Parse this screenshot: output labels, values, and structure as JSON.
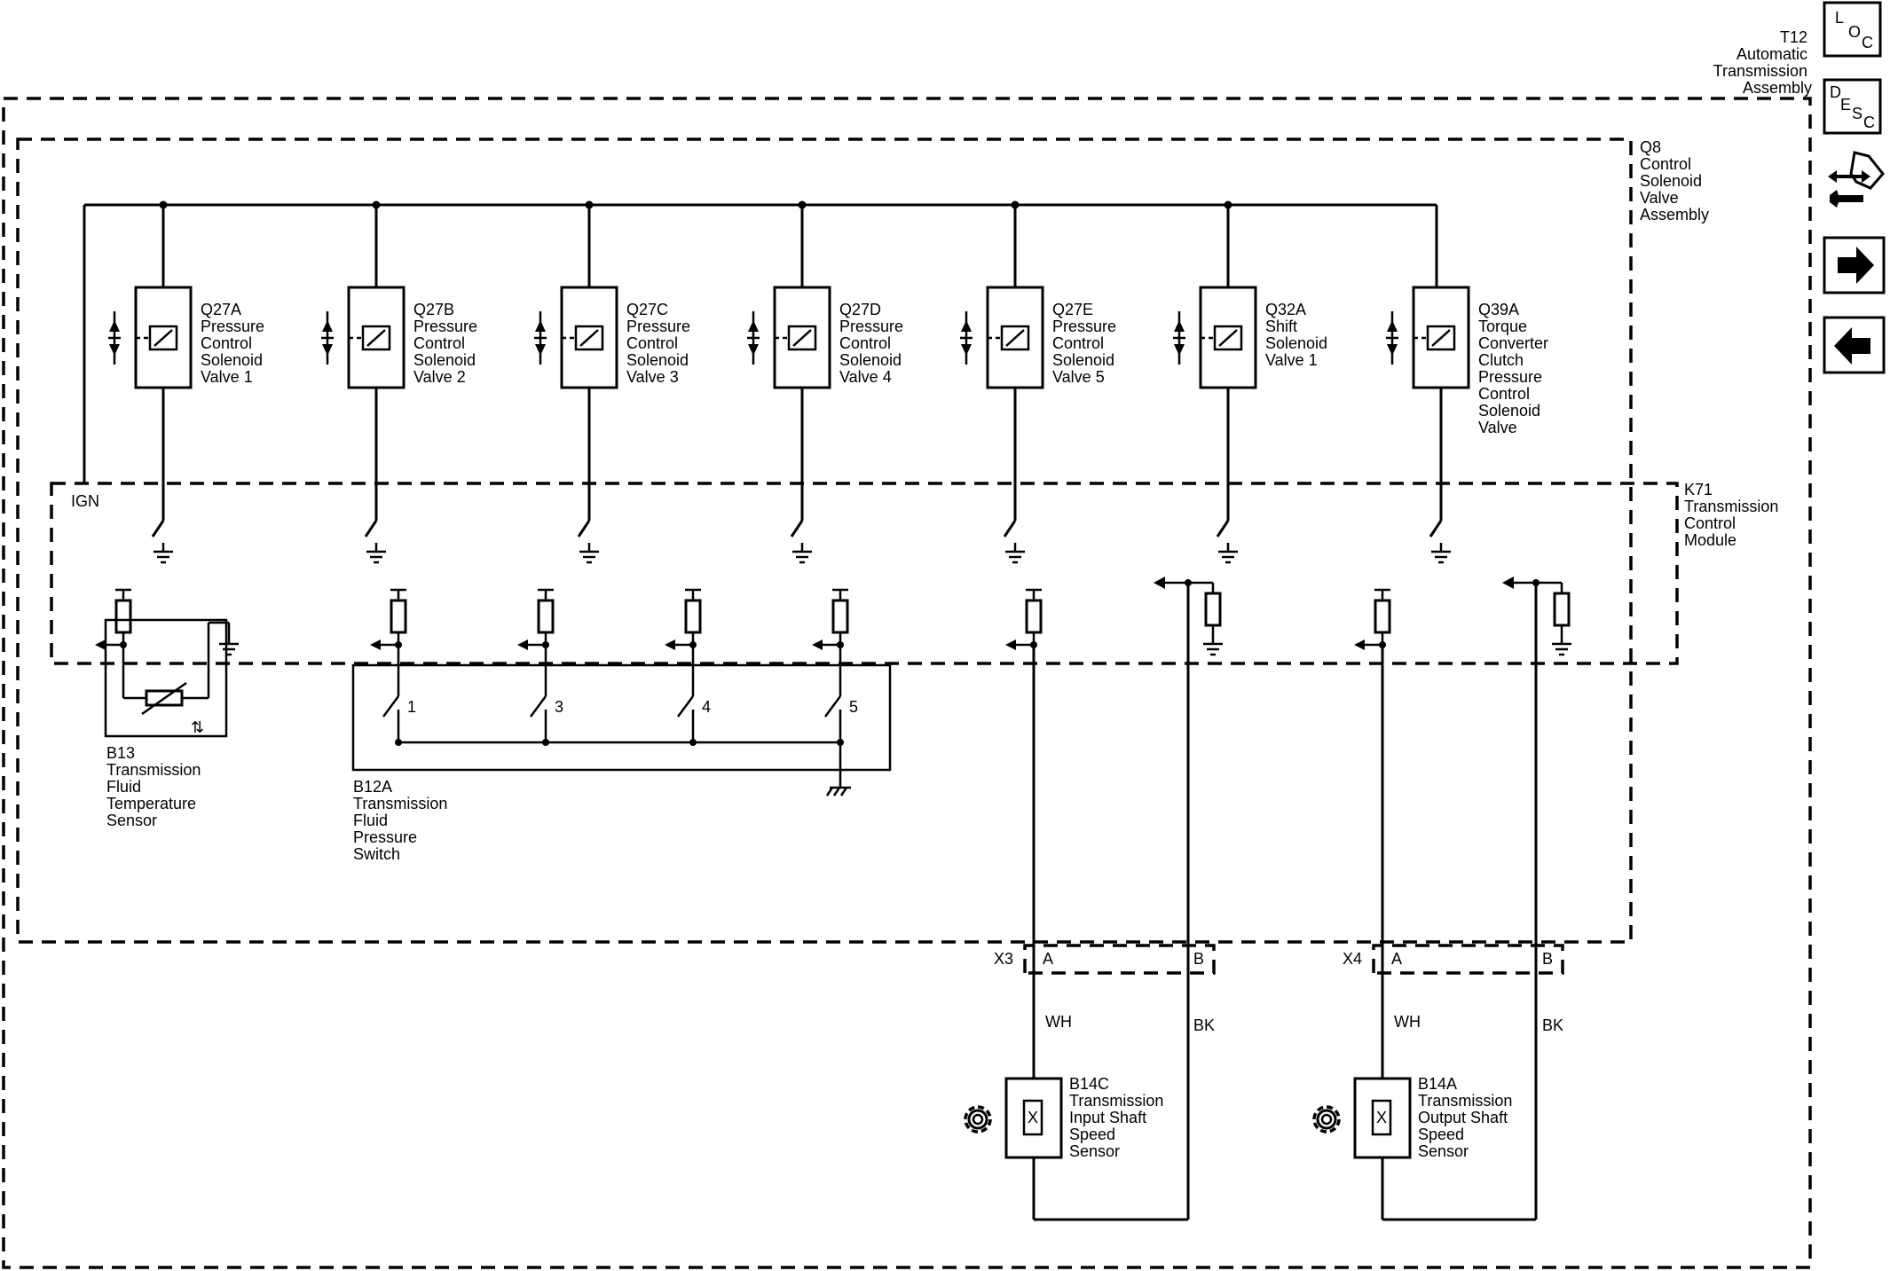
{
  "nav": {
    "loc": [
      "L",
      "O",
      "C"
    ],
    "desc": [
      "D",
      "E",
      "S",
      "C"
    ]
  },
  "t12": [
    "T12",
    "Automatic",
    "Transmission",
    "Assembly"
  ],
  "q8": [
    "Q8",
    "Control",
    "Solenoid",
    "Valve",
    "Assembly"
  ],
  "k71": [
    "K71",
    "Transmission",
    "Control",
    "Module"
  ],
  "ign": "IGN",
  "solenoids": [
    {
      "label": [
        "Q27A",
        "Pressure",
        "Control",
        "Solenoid",
        "Valve 1"
      ]
    },
    {
      "label": [
        "Q27B",
        "Pressure",
        "Control",
        "Solenoid",
        "Valve 2"
      ]
    },
    {
      "label": [
        "Q27C",
        "Pressure",
        "Control",
        "Solenoid",
        "Valve 3"
      ]
    },
    {
      "label": [
        "Q27D",
        "Pressure",
        "Control",
        "Solenoid",
        "Valve 4"
      ]
    },
    {
      "label": [
        "Q27E",
        "Pressure",
        "Control",
        "Solenoid",
        "Valve 5"
      ]
    },
    {
      "label": [
        "Q32A",
        "Shift",
        "Solenoid",
        "Valve 1"
      ]
    },
    {
      "label": [
        "Q39A",
        "Torque",
        "Converter",
        "Clutch",
        "Pressure",
        "Control",
        "Solenoid",
        "Valve"
      ]
    }
  ],
  "b13": [
    "B13",
    "Transmission",
    "Fluid",
    "Temperature",
    "Sensor"
  ],
  "b12a": [
    "B12A",
    "Transmission",
    "Fluid",
    "Pressure",
    "Switch"
  ],
  "switches": [
    "1",
    "3",
    "4",
    "5"
  ],
  "x3": {
    "name": "X3",
    "pin_a": "A",
    "pin_b": "B"
  },
  "x4": {
    "name": "X4",
    "pin_a": "A",
    "pin_b": "B"
  },
  "wires": {
    "wh": "WH",
    "bk": "BK"
  },
  "b14c": [
    "B14C",
    "Transmission",
    "Input Shaft",
    "Speed",
    "Sensor"
  ],
  "b14a": [
    "B14A",
    "Transmission",
    "Output Shaft",
    "Speed",
    "Sensor"
  ]
}
